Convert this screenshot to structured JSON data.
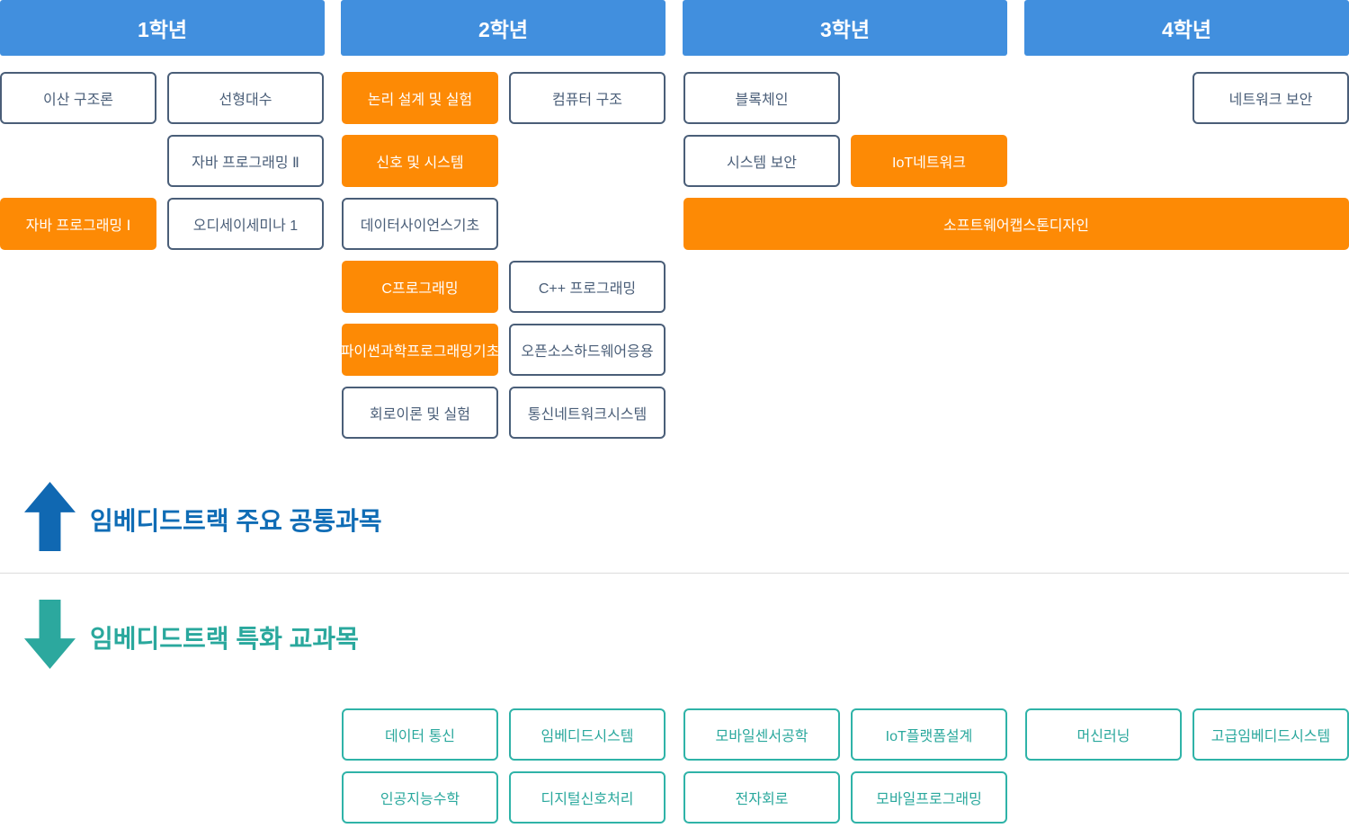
{
  "colors": {
    "header_blue": "#418FDE",
    "highlight_orange": "#FD8A05",
    "slate_border": "#4A5E78",
    "common_label_blue": "#0F6CB5",
    "special_teal": "#2CA89E",
    "teal_border": "#2FB3A8"
  },
  "year_headers": [
    {
      "label": "1학년"
    },
    {
      "label": "2학년"
    },
    {
      "label": "3학년"
    },
    {
      "label": "4학년"
    }
  ],
  "common_courses": [
    {
      "label": "이산 구조론",
      "highlighted": false
    },
    {
      "label": "선형대수",
      "highlighted": false
    },
    {
      "label": "자바 프로그래밍 Ⅱ",
      "highlighted": false
    },
    {
      "label": "자바 프로그래밍 Ⅰ",
      "highlighted": true
    },
    {
      "label": "오디세이세미나 1",
      "highlighted": false
    },
    {
      "label": "논리 설계 및 실험",
      "highlighted": true
    },
    {
      "label": "컴퓨터 구조",
      "highlighted": false
    },
    {
      "label": "신호 및 시스템",
      "highlighted": true
    },
    {
      "label": "데이터사이언스기초",
      "highlighted": false
    },
    {
      "label": "C프로그래밍",
      "highlighted": true
    },
    {
      "label": "C++ 프로그래밍",
      "highlighted": false
    },
    {
      "label": "파이썬과학프로그래밍기초",
      "highlighted": true
    },
    {
      "label": "오픈소스하드웨어응용",
      "highlighted": false
    },
    {
      "label": "회로이론 및 실험",
      "highlighted": false
    },
    {
      "label": "통신네트워크시스템",
      "highlighted": false
    },
    {
      "label": "블록체인",
      "highlighted": false
    },
    {
      "label": "시스템 보안",
      "highlighted": false
    },
    {
      "label": "IoT네트워크",
      "highlighted": true
    },
    {
      "label": "소프트웨어캡스톤디자인",
      "highlighted": true
    },
    {
      "label": "네트워크 보안",
      "highlighted": false
    }
  ],
  "section_labels": {
    "common": "임베디드트랙 주요 공통과목",
    "special": "임베디드트랙 특화 교과목"
  },
  "special_courses": [
    {
      "label": "데이터 통신"
    },
    {
      "label": "임베디드시스템"
    },
    {
      "label": "모바일센서공학"
    },
    {
      "label": "IoT플랫폼설계"
    },
    {
      "label": "머신러닝"
    },
    {
      "label": "고급임베디드시스템"
    },
    {
      "label": "인공지능수학"
    },
    {
      "label": "디지털신호처리"
    },
    {
      "label": "전자회로"
    },
    {
      "label": "모바일프로그래밍"
    }
  ]
}
